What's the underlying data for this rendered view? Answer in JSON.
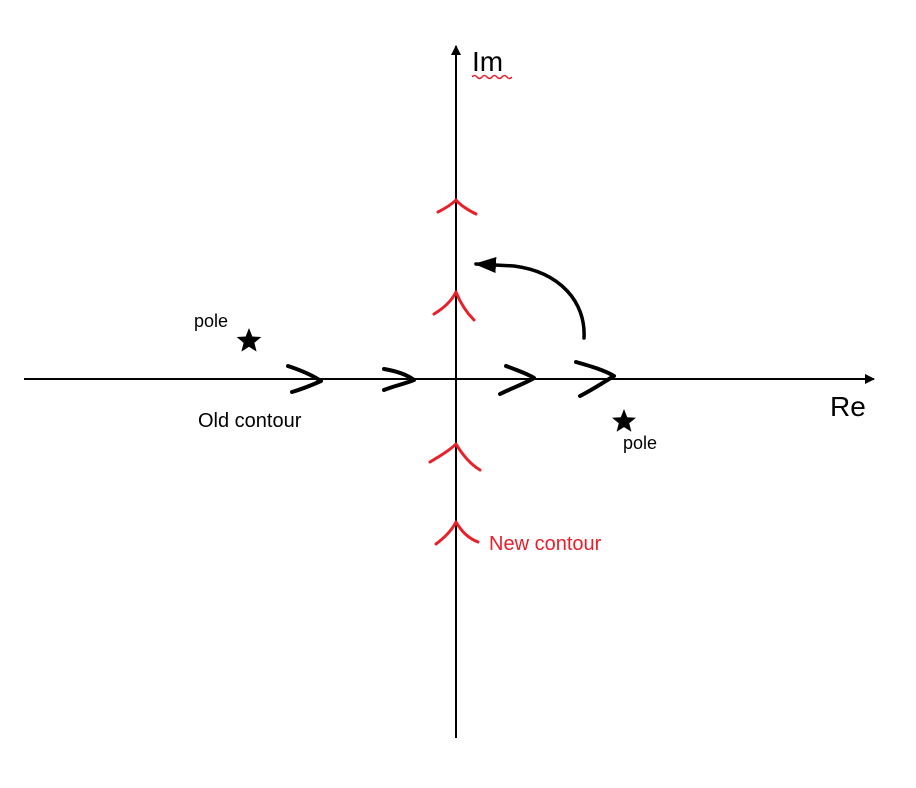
{
  "axes": {
    "real_label": "Re",
    "imag_label": "Im"
  },
  "poles": [
    {
      "label": "pole"
    },
    {
      "label": "pole"
    }
  ],
  "contours": {
    "old_label": "Old contour",
    "new_label": "New contour"
  },
  "colors": {
    "ink": "#000000",
    "new_contour": "#e8202a",
    "spellcheck_underline": "#e8202a"
  },
  "icons": {
    "pole_marker": "star-icon",
    "old_contour_direction": "chevron-right-icon",
    "new_contour_direction": "chevron-up-icon",
    "rotation": "curved-arrow-icon"
  }
}
